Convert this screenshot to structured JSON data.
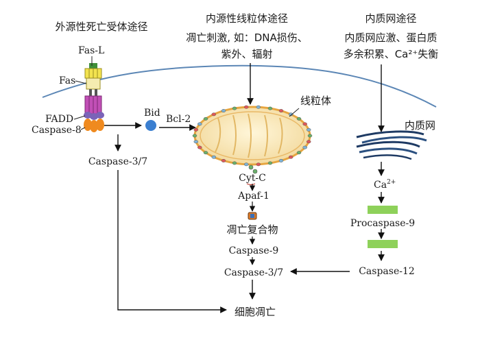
{
  "pathways": {
    "extrinsic": {
      "title": "外源性死亡受体途径"
    },
    "intrinsic": {
      "title": "内源性线粒体途径",
      "desc_line1": "凋亡刺激, 如：DNA损伤、",
      "desc_line2": "紫外、辐射"
    },
    "er": {
      "title": "内质网途径",
      "desc_line1": "内质网应激、蛋白质",
      "desc_line2": "多余积累、Ca²⁺失衡"
    }
  },
  "labels": {
    "fas_l": "Fas-L",
    "fas": "Fas",
    "fadd": "FADD",
    "caspase8": "Caspase-8",
    "bid": "Bid",
    "bcl2": "Bcl-2",
    "mitochondria": "线粒体",
    "caspase37_left": "Caspase-3/7",
    "cytc": "Cyt-C",
    "apaf1": "Apaf-1",
    "apoptosome": "凋亡复合物",
    "caspase9": "Caspase-9",
    "caspase37_center": "Caspase-3/7",
    "apoptosis": "细胞凋亡",
    "er": "内质网",
    "ca_base": "Ca",
    "ca_sup": "2+",
    "procaspase9": "Procaspase-9",
    "caspase12": "Caspase-12"
  },
  "colors": {
    "membrane": "#5b86b5",
    "arrow": "#111111",
    "mito_fill": "#f7e6b8",
    "mito_outer": "#e7a640",
    "bid_dot": "#3b7fd0",
    "er_stroke": "#1e3a63",
    "green_box": "#8ed15a",
    "fasl_yellow": "#f3e34f",
    "fas_magenta": "#c14fb6",
    "fadd_purple": "#7b63b8",
    "casp8_orange": "#ef8a1f"
  }
}
